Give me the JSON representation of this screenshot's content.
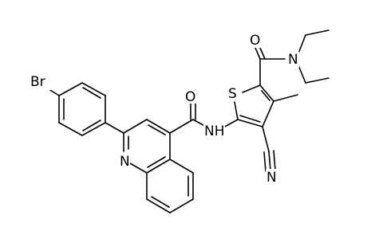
{
  "molecule": {
    "atom_labels": {
      "br": "Br",
      "n_quinoline": "N",
      "o_amide": "O",
      "nh": "NH",
      "s": "S",
      "o_diethylamide": "O",
      "n_diethyl": "N",
      "methyl": "",
      "n_nitrile": "N"
    },
    "colors": {
      "bond": "#000000",
      "label": "#000000",
      "background": "#ffffff"
    }
  }
}
